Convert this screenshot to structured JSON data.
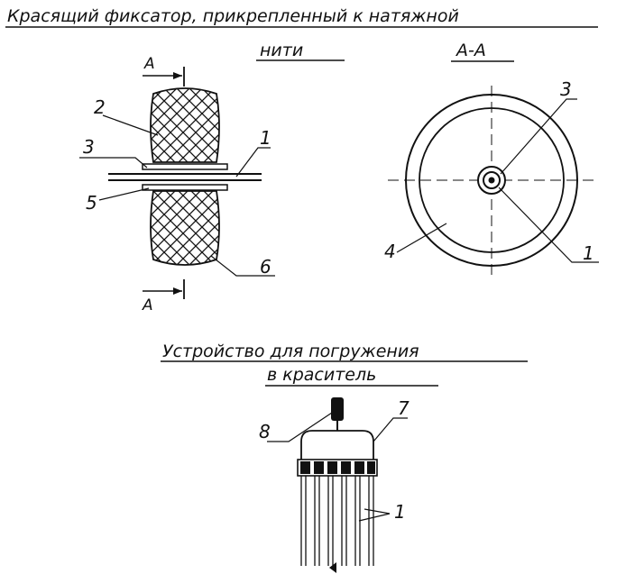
{
  "drawing": {
    "title_line1": "Красящий фиксатор, прикрепленный к натяжной",
    "title_line2": "нити",
    "section_label": "А-А",
    "section_mark": "А",
    "subtitle_line1": "Устройство для погружения",
    "subtitle_line2": "в краситель"
  },
  "callouts": {
    "side_view": [
      "2",
      "3",
      "1",
      "5",
      "6"
    ],
    "section_view": [
      "3",
      "4",
      "1"
    ],
    "device": [
      "8",
      "7",
      "1"
    ]
  },
  "colors": {
    "ink": "#111111",
    "paper": "#ffffff"
  }
}
